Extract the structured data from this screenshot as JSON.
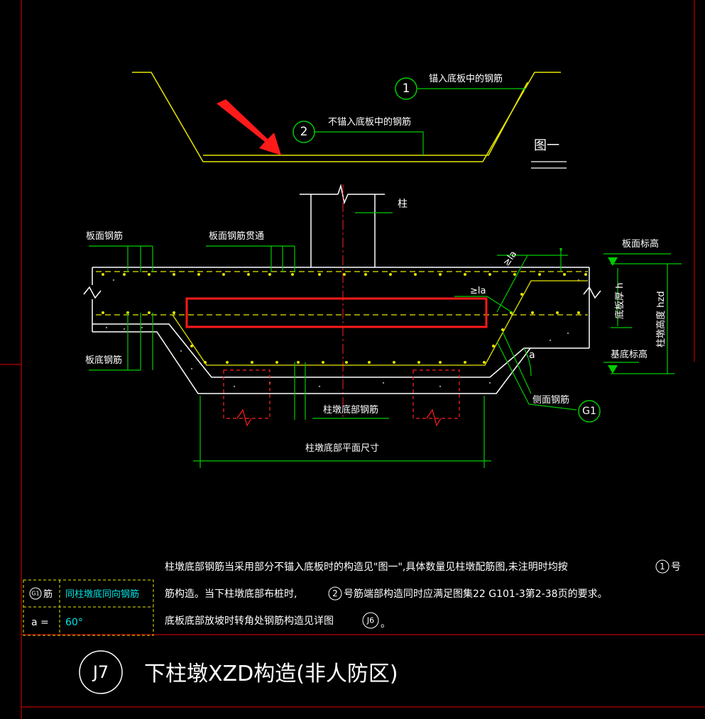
{
  "figure1": {
    "label_anchored": "锚入底板中的钢筋",
    "label_not_anchored": "不锚入底板中的钢筋",
    "marker1": "1",
    "marker2": "2",
    "title": "图一"
  },
  "section": {
    "column": "柱",
    "slab_top_rebar": "板面钢筋",
    "slab_top_through": "板面钢筋贯通",
    "slab_bottom_rebar": "板底钢筋",
    "pier_bottom_rebar": "柱墩底部钢筋",
    "pier_bottom_dimension": "柱墩底部平面尺寸",
    "side_rebar": "侧面钢筋",
    "g1": "G1",
    "slab_top_elev": "板面标高",
    "slab_thickness": "底板厚 h",
    "pier_height": "柱墩高度 hzd",
    "base_elev": "基底标高",
    "la_top": "≥la",
    "la_mid": "≥la",
    "alpha": "a"
  },
  "legend": {
    "row1_symbol": "G1",
    "row1_key": "筋",
    "row1_value": "同柱墩底同向钢筋",
    "row2_key": "a  =",
    "row2_value": "60°"
  },
  "notes": {
    "line1": "柱墩底部钢筋当采用部分不锚入底板时的构造见\"图一\",具体数量见柱墩配筋图,未注明时均按",
    "marker_right": "1",
    "marker_right_suffix": "号",
    "line2a": "筋构造。当下柱墩底部布桩时,",
    "line2b_marker": "2",
    "line2b": "号筋端部构造同时应满足图集22 G101-3第2-38页的要求。",
    "line3": "底板底部放坡时转角处钢筋构造见详图",
    "line3_marker": "J6",
    "line3_end": "。"
  },
  "title_block": {
    "marker": "J7",
    "title": "下柱墩XZD构造(非人防区)"
  },
  "colors": {
    "background": "#000000",
    "yellow": "#e6e600",
    "green": "#00cc00",
    "red": "#ff1a1a",
    "white": "#ffffff",
    "cyan": "#00e5e5",
    "frame_red": "#aa0000"
  }
}
